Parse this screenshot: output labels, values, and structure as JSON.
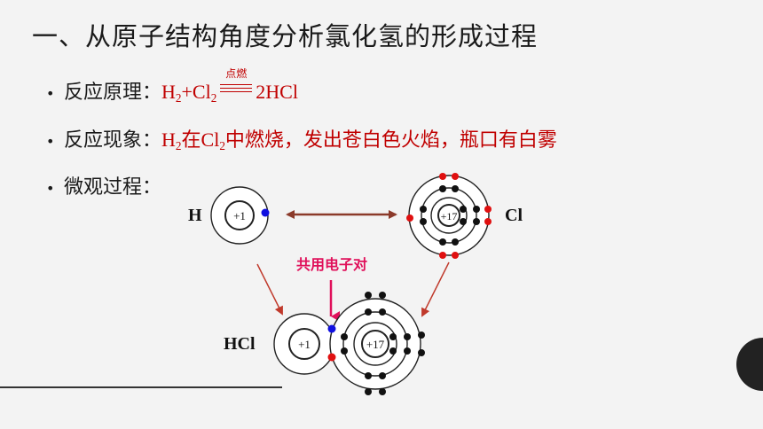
{
  "title": "一、从原子结构角度分析氯化氢的形成过程",
  "principle": {
    "label": "反应原理：",
    "condition": "点燃",
    "product": "2HCl"
  },
  "phenomenon": {
    "label": "反应现象：",
    "text": "在Cl₂中燃烧，发出苍白色火焰，瓶口有白雾"
  },
  "micro": {
    "label": "微观过程："
  },
  "diagram": {
    "h_label": "H",
    "h_nucleus": "+1",
    "cl_label": "Cl",
    "cl_nucleus": "+17",
    "shared_pair_label": "共用电子对",
    "hcl_label": "HCl",
    "hcl_h_nucleus": "+1",
    "hcl_cl_nucleus": "+17"
  },
  "colors": {
    "accent_red": "#c00000",
    "arrow_brown": "#8b3a2a",
    "shared_arrow": "#e0105a",
    "electron_blue": "#1010e0",
    "electron_red": "#e01010"
  }
}
